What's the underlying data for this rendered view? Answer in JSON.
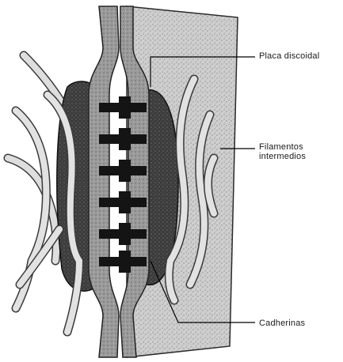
{
  "labels": {
    "placa": "Placa discoidal",
    "filamentos_line1": "Filamentos",
    "filamentos_line2": "intermedios",
    "cadherinas": "Cadherinas"
  },
  "colors": {
    "membrane": "#777777",
    "plaque": "#1e1e1e",
    "filament": "#d8d8d8",
    "filament_outline": "#3a3a3a",
    "leader_line": "#000000"
  }
}
